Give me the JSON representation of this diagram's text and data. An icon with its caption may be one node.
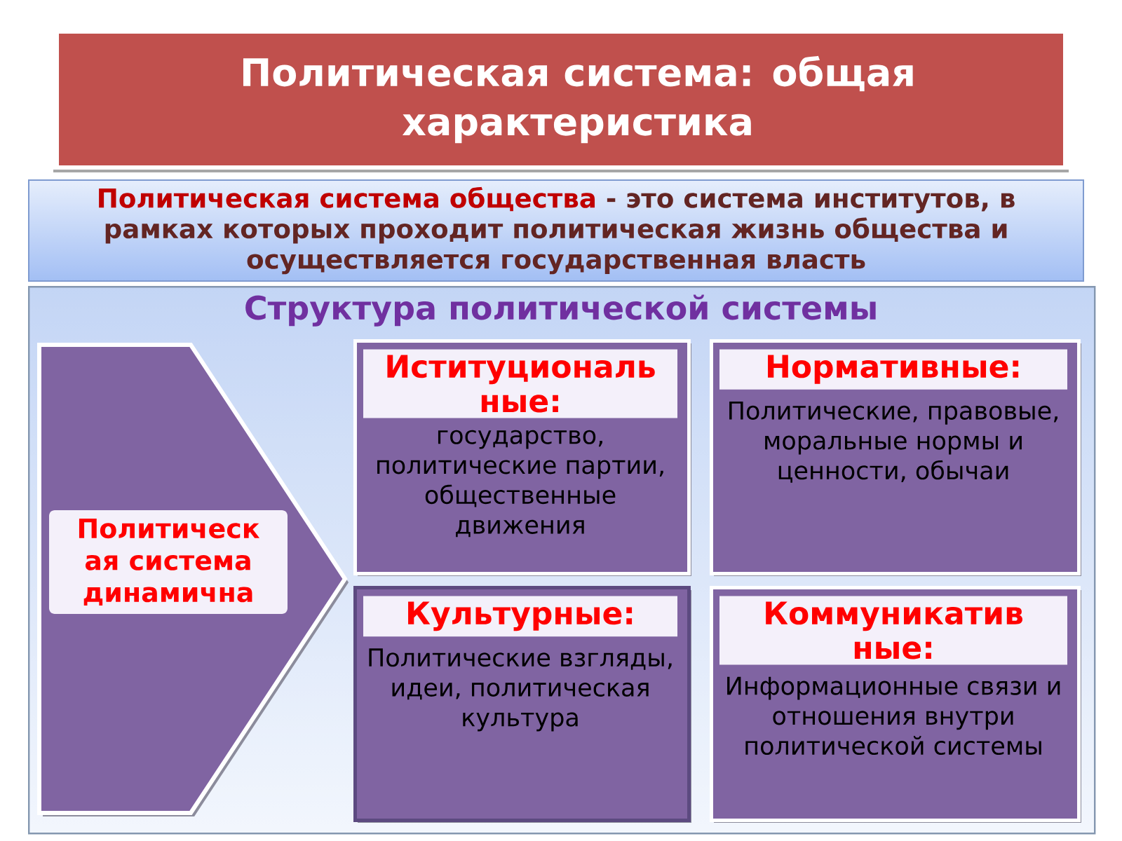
{
  "diagram": {
    "title": "Политическая система: общая характеристика",
    "nodes": [
      {
        "text": [
          "Политическая система общества",
          "- это система институтов, в рамках которых проходит политическая жизнь общества и осуществляется государственная власть"
        ]
      },
      {
        "text": [
          "Структура политической системы"
        ]
      },
      {
        "text": [
          "Политическ ая система динамична"
        ],
        "in": 1
      },
      {
        "text": [
          "Иституциональ ные:",
          "государство, политические партии, общественные движения"
        ],
        "in": 1
      },
      {
        "text": [
          "Нормативные:",
          "Политические, правовые, моральные нормы и ценности, обычаи"
        ],
        "in": 1
      },
      {
        "text": [
          "Культурные:",
          "Политические взгляды, идеи, политическая культура"
        ],
        "in": 1
      },
      {
        "text": [
          "Коммуникатив ные:",
          "Информационные связи и отношения внутри политической системы"
        ],
        "in": 1
      }
    ]
  }
}
